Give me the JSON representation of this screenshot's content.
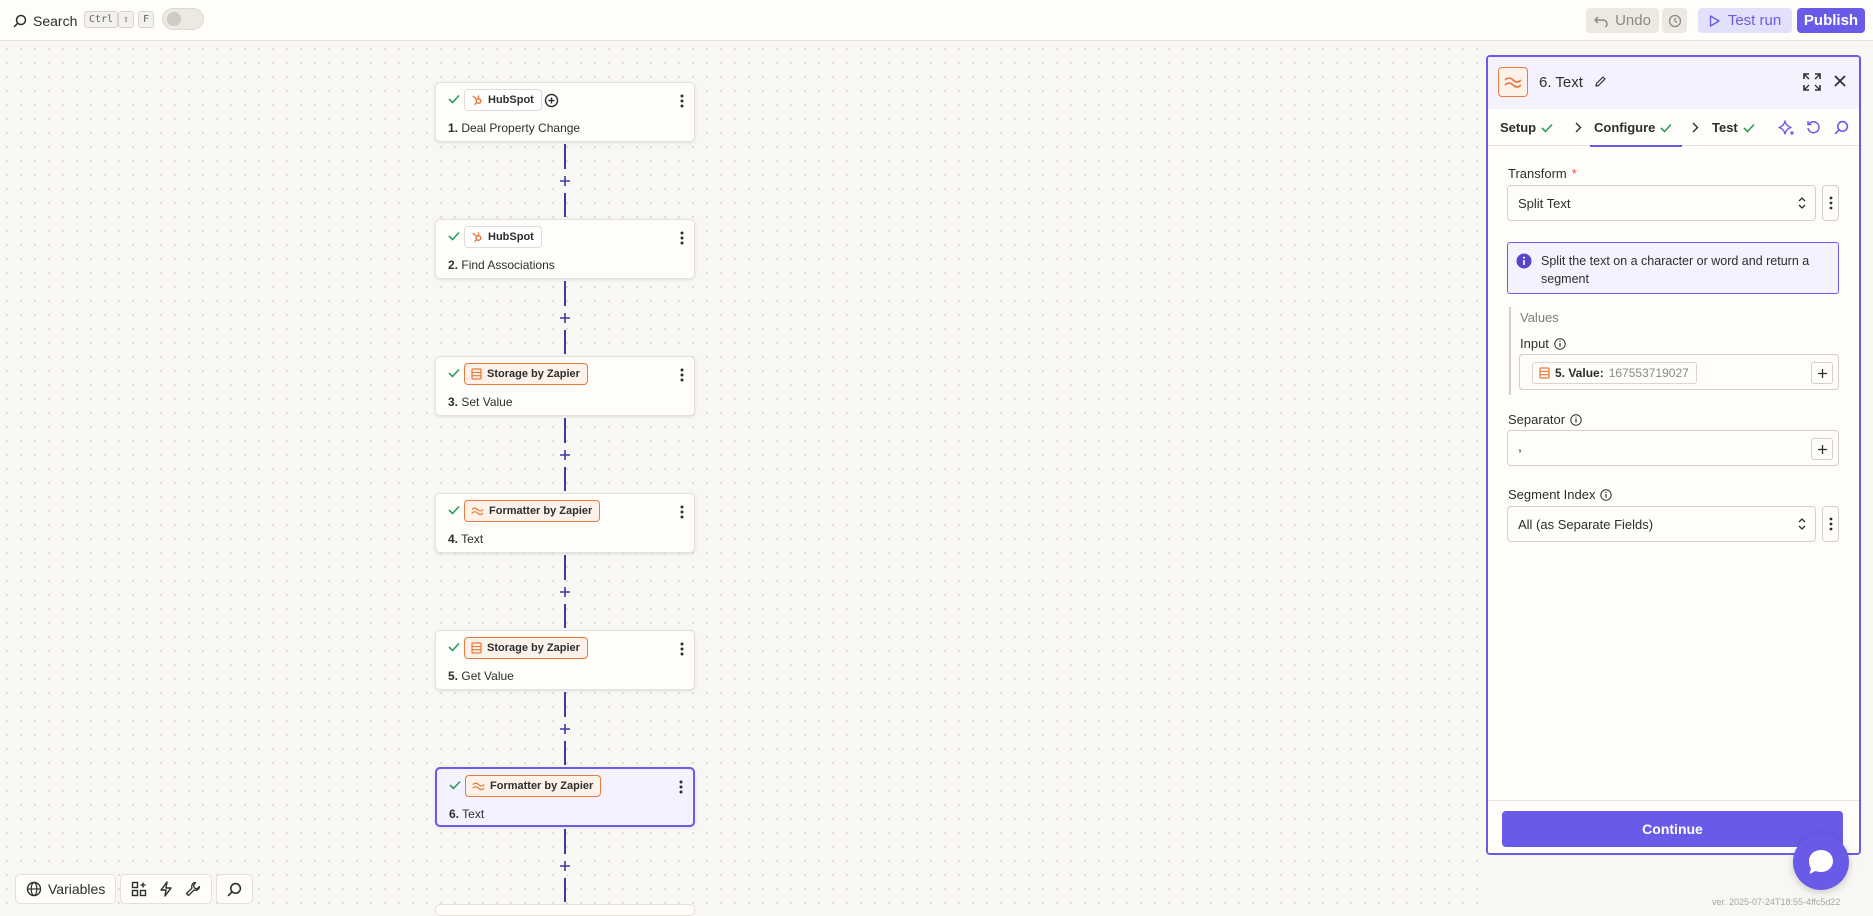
{
  "topbar": {
    "search_label": "Search",
    "shortcut_keys": [
      "Ctrl",
      "⇧",
      "F"
    ],
    "undo_label": "Undo",
    "test_run_label": "Test run",
    "publish_label": "Publish"
  },
  "steps": [
    {
      "number": "1.",
      "title": "Deal Property Change",
      "app": "HubSpot",
      "icon": "hubspot-icon"
    },
    {
      "number": "2.",
      "title": "Find Associations",
      "app": "HubSpot",
      "icon": "hubspot-icon"
    },
    {
      "number": "3.",
      "title": "Set Value",
      "app": "Storage by Zapier",
      "icon": "storage-icon"
    },
    {
      "number": "4.",
      "title": "Text",
      "app": "Formatter by Zapier",
      "icon": "formatter-icon"
    },
    {
      "number": "5.",
      "title": "Get Value",
      "app": "Storage by Zapier",
      "icon": "storage-icon"
    },
    {
      "number": "6.",
      "title": "Text",
      "app": "Formatter by Zapier",
      "icon": "formatter-icon",
      "selected": true
    }
  ],
  "bottom_toolbar": {
    "variables_label": "Variables",
    "icons": [
      "apps-icon",
      "bolt-icon",
      "wrench-icon",
      "search-icon"
    ]
  },
  "panel": {
    "title": "6. Text",
    "tabs": [
      {
        "label": "Setup",
        "done": true
      },
      {
        "label": "Configure",
        "done": true,
        "active": true
      },
      {
        "label": "Test",
        "done": true
      }
    ],
    "transform": {
      "label": "Transform",
      "value": "Split Text"
    },
    "info": "Split the text on a character or word and return a segment",
    "values_title": "Values",
    "input": {
      "label": "Input",
      "pill_label": "5. Value:",
      "pill_value": "167553719027"
    },
    "separator": {
      "label": "Separator",
      "value": ","
    },
    "segment_index": {
      "label": "Segment Index",
      "value": "All (as Separate Fields)"
    },
    "continue_label": "Continue"
  },
  "version": "ver. 2025-07-24T18:55-4ffc5d22",
  "colors": {
    "accent": "#695be8",
    "brand_orange": "#e87c3e",
    "success": "#2d9d5b",
    "connector": "#3c3aa3"
  }
}
